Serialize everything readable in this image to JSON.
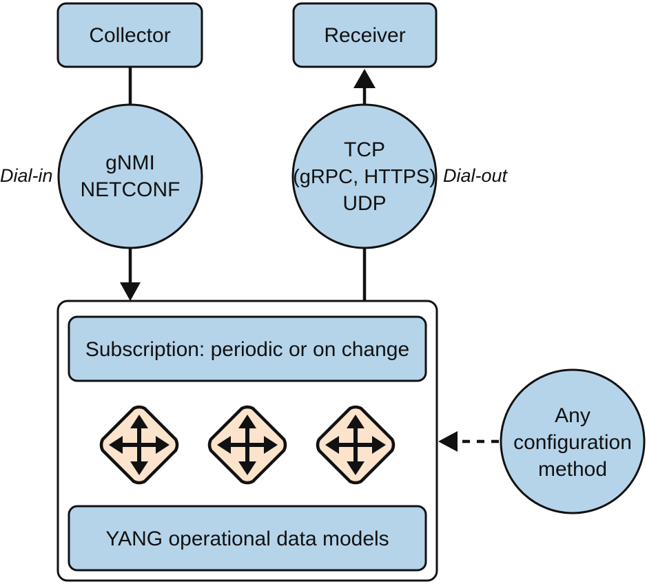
{
  "nodes": {
    "collector": "Collector",
    "receiver": "Receiver",
    "dial_in_protocols": [
      "gNMI",
      "NETCONF"
    ],
    "dial_out_protocols": [
      "TCP",
      "(gRPC, HTTPS)",
      "UDP"
    ],
    "subscription": "Subscription: periodic or on change",
    "data_models": "YANG operational data models",
    "config_method": [
      "Any",
      "configuration",
      "method"
    ]
  },
  "labels": {
    "dial_in": "Dial-in",
    "dial_out": "Dial-out"
  },
  "colors": {
    "box_fill": "#b5d4ea",
    "router_fill": "#fbe3cc",
    "stroke": "#111111"
  }
}
